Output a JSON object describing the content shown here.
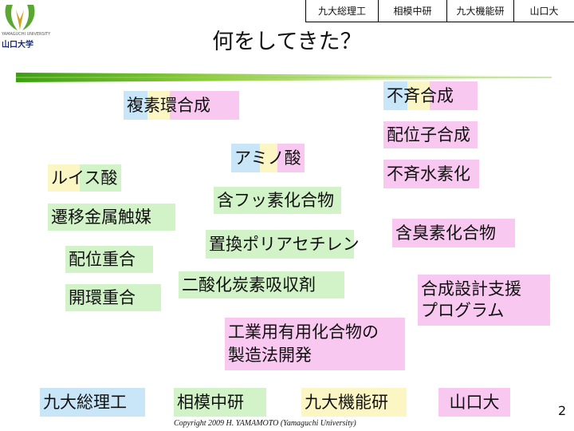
{
  "header": {
    "tabs": [
      "九大総理工",
      "相模中研",
      "九大機能研",
      "山口大"
    ]
  },
  "logo": {
    "text": "山口大学",
    "small": "YAMAGUCHI UNIVERSITY"
  },
  "title": "何をしてきた？",
  "items": {
    "fukusoukan": "複素環合成",
    "fusei": "不斉合成",
    "haii": "配位子合成",
    "amino": "アミノ酸",
    "lewis": "ルイス酸",
    "fuseisuiso": "不斉水素化",
    "fusso": "含フッ素化合物",
    "seni": "遷移金属触媒",
    "shuuso": "含臭素化合物",
    "chikan": "置換ポリアセチレン",
    "haiijugo": "配位重合",
    "nisanka": "二酸化炭素吸収剤",
    "kaikan": "開環重合",
    "gosei_line1": "合成設計支援",
    "gosei_line2": "プログラム",
    "kogyo_line1": "工業用有用化合物の",
    "kogyo_line2": "製造法開発"
  },
  "footer": {
    "labels": [
      "九大総理工",
      "相模中研",
      "九大機能研",
      "山口大"
    ],
    "copyright": "Copyright 2009 H. YAMAMOTO (Yamaguchi University)",
    "page": "2"
  },
  "colors": {
    "pink": "#f8c8f0",
    "green": "#d2f2c8",
    "blue": "#c8e6f8",
    "yellow": "#fbf6c4"
  }
}
